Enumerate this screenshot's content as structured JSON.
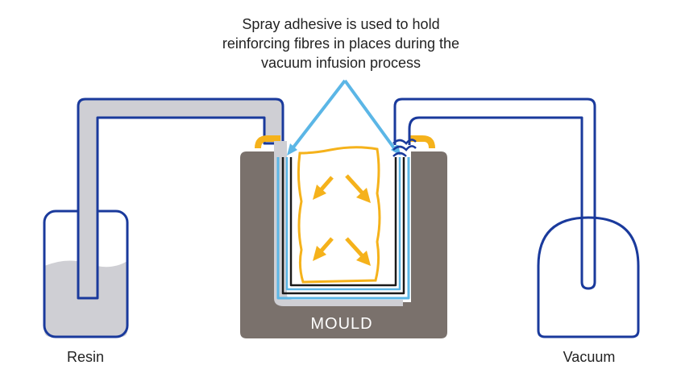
{
  "caption": {
    "lines": [
      "Spray adhesive is used to hold",
      "reinforcing fibres in places during the",
      "vacuum infusion process"
    ]
  },
  "labels": {
    "mould": "MOULD",
    "resin": "Resin",
    "vacuum": "Vacuum"
  },
  "colors": {
    "outline_blue": "#1a3a9c",
    "pointer_blue": "#5bb6e6",
    "resin_gray": "#cfcfd4",
    "mould_brown": "#7a716c",
    "fibre_yellow": "#f5b21b",
    "layer_black": "#1a1a1a",
    "text_dark": "#222222"
  }
}
